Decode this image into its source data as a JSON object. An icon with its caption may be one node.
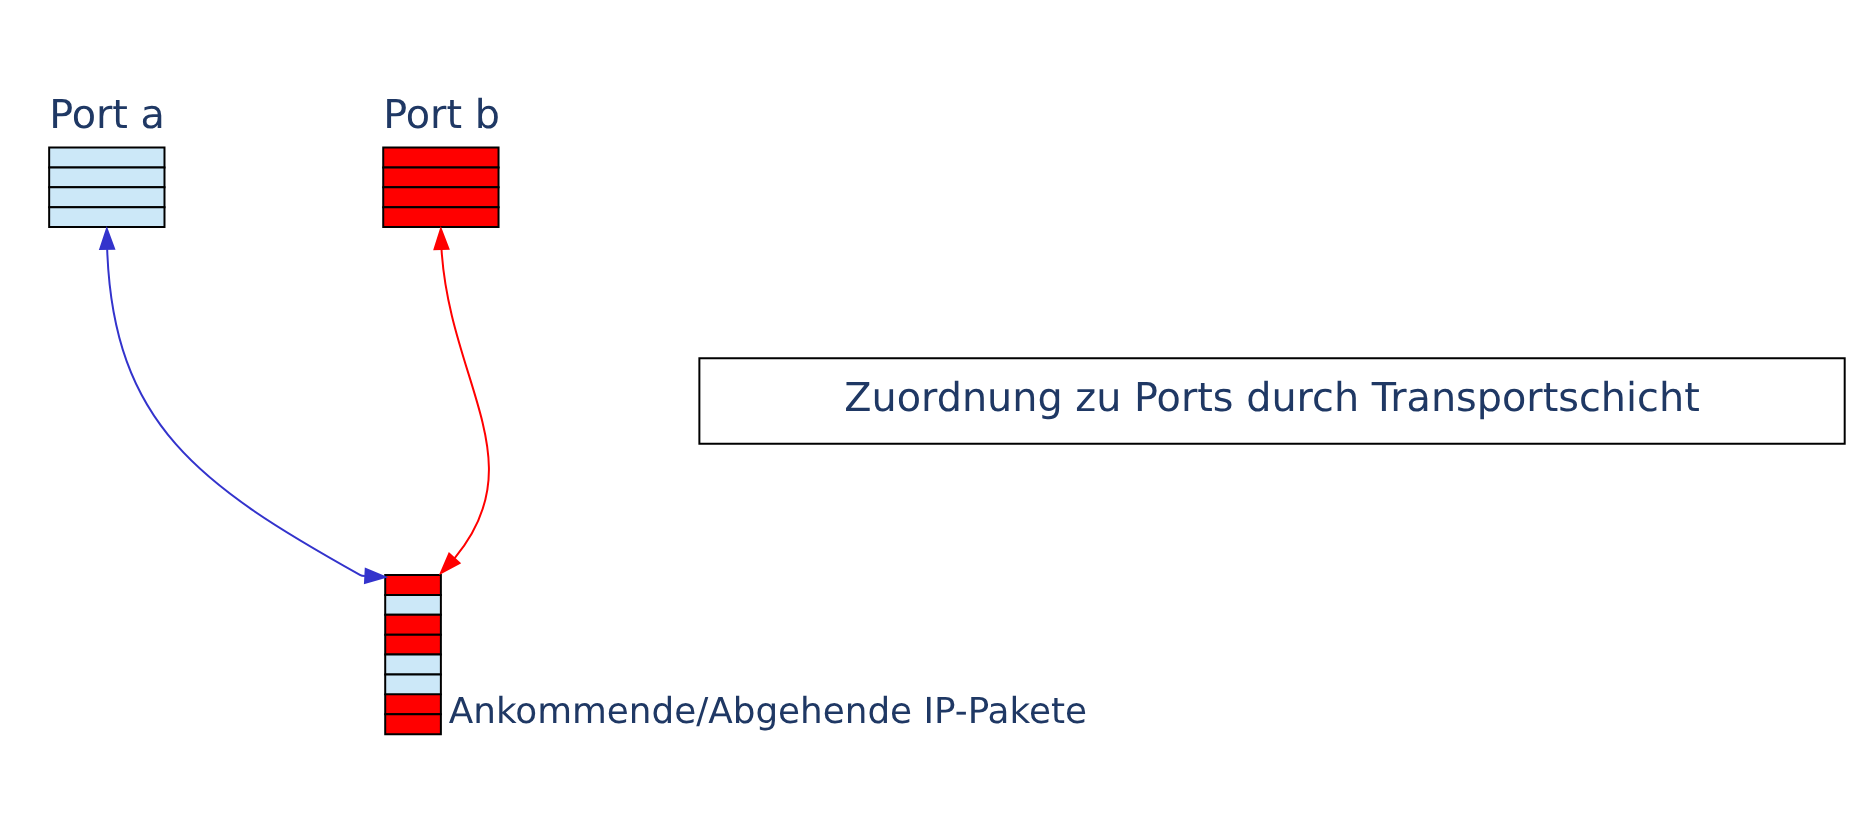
{
  "diagram": {
    "nodes": [
      {
        "text": [
          "Port a"
        ]
      },
      {
        "text": [
          "Port b"
        ]
      },
      {
        "text": [
          "Zuordnung zu Ports durch Transportschicht"
        ]
      },
      {
        "text": [],
        "shape": "bar",
        "beside": [
          "Ankommende/Abgehende IP-Pakete"
        ]
      }
    ],
    "edges": [
      {
        "from": 3,
        "to": 0,
        "arrow": "both",
        "color": "#3333cc"
      },
      {
        "from": 3,
        "to": 1,
        "arrow": "both",
        "color": "#ff0000"
      }
    ]
  }
}
